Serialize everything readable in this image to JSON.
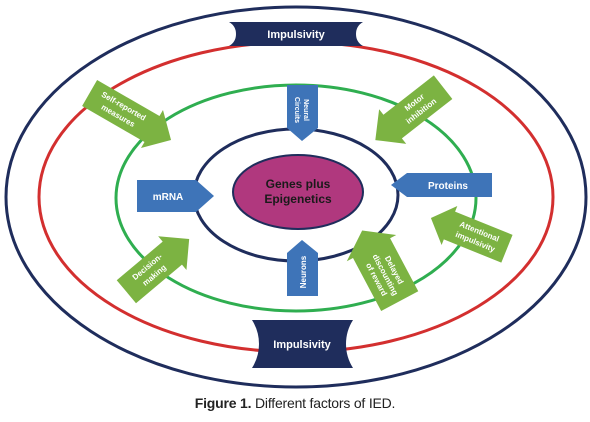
{
  "colors": {
    "navy": "#1f2d5c",
    "red": "#d32f2f",
    "green": "#2fae50",
    "blue_box": "#3e74b8",
    "green_arrow": "#7cb342",
    "core": "#b0387e"
  },
  "diagram": {
    "top_banner": "Impulsivity",
    "bottom_banner": "Impulsivity",
    "core_line1": "Genes plus",
    "core_line2": "Epigenetics",
    "left_box": "mRNA",
    "right_box": "Proteins",
    "top_box_line1": "Neural",
    "top_box_line2": "Circuits",
    "bottom_box": "Neurons",
    "self_reported_line1": "Self-reported",
    "self_reported_line2": "measures",
    "motor_line1": "Motor",
    "motor_line2": "inhibition",
    "attentional_line1": "Attentional",
    "attentional_line2": "impulsivity",
    "delayed_line1": "Delayed",
    "delayed_line2": "discounting",
    "delayed_line3": "of reward",
    "decision_line1": "Decision-",
    "decision_line2": "making"
  },
  "caption": {
    "label": "Figure 1.",
    "text": "Different factors of IED."
  }
}
